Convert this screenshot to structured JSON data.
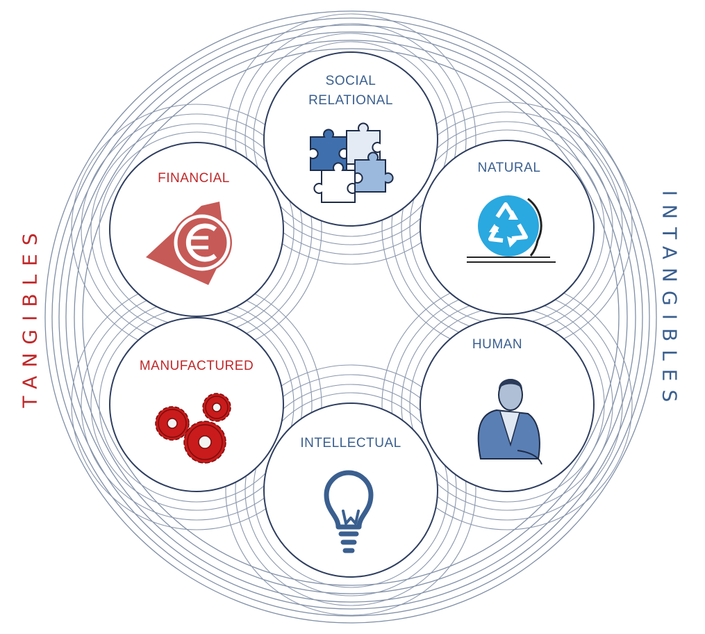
{
  "labels": {
    "social_line1": "SOCIAL",
    "social_line2": "RELATIONAL",
    "natural": "NATURAL",
    "human": "HUMAN",
    "intellectual": "INTELLECTUAL",
    "manufactured": "MANUFACTURED",
    "financial": "FINANCIAL",
    "tangibles": "TANGIBLES",
    "intangibles": "INTANGIBLES"
  },
  "icons": {
    "social": "puzzle-icon",
    "natural": "recycle-icon",
    "human": "person-icon",
    "intellectual": "lightbulb-icon",
    "manufactured": "gears-icon",
    "financial": "euro-icon"
  },
  "colors": {
    "blue_text": "#3a5f8f",
    "red_text": "#c0282a",
    "ring_stroke": "#7f8ea6",
    "circle_stroke": "#2e3e60",
    "puzzle_dark": "#3f6fad",
    "puzzle_light": "#9bb9dd",
    "recycle": "#2aa8e0",
    "gear_red": "#c91b1b",
    "euro_red": "#c65a56"
  }
}
